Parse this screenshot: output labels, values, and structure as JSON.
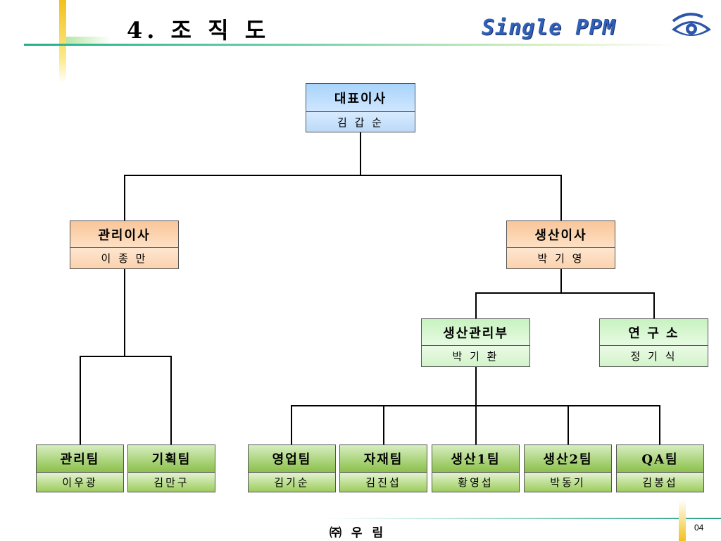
{
  "header": {
    "title": "4. 조 직 도",
    "logo_text": "Single PPM"
  },
  "footer": {
    "company": "㈜ 우 림",
    "page_number": "04"
  },
  "org_chart": {
    "ceo": {
      "role": "대표이사",
      "name": "김 갑 순"
    },
    "admin_director": {
      "role": "관리이사",
      "name": "이 종 만"
    },
    "production_director": {
      "role": "생산이사",
      "name": "박 기 영"
    },
    "production_mgmt_dept": {
      "role": "생산관리부",
      "name": "박 기 환"
    },
    "research_lab": {
      "role": "연 구 소",
      "name": "정 기 식"
    },
    "teams": [
      {
        "role": "관리팀",
        "name": "이우광"
      },
      {
        "role": "기획팀",
        "name": "김만구"
      },
      {
        "role": "영업팀",
        "name": "김기순"
      },
      {
        "role": "자재팀",
        "name": "김진섭"
      },
      {
        "role": "생산1팀",
        "name": "황영섭"
      },
      {
        "role": "생산2팀",
        "name": "박동기"
      },
      {
        "role": "QA팀",
        "name": "김봉섭"
      }
    ]
  },
  "colors": {
    "ceo": "#a9d4fb",
    "directors": "#f9c69a",
    "departments": "#c8f2c0",
    "teams": "#8cc04a",
    "logo": "#3060b8"
  }
}
